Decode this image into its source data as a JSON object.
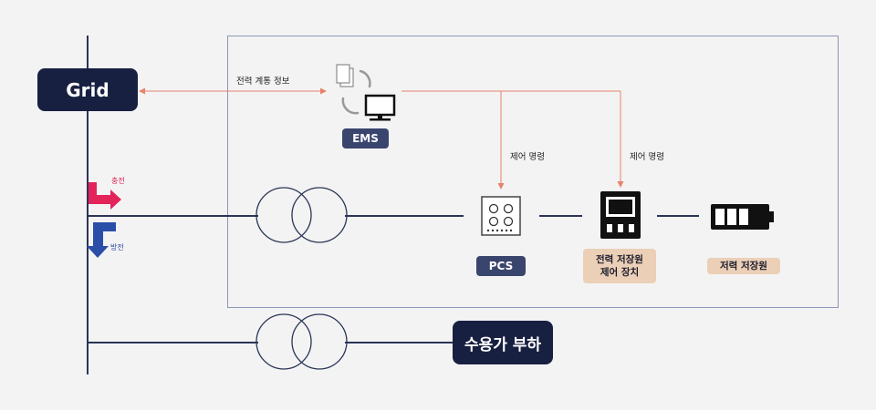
{
  "grid": {
    "label": "Grid"
  },
  "ems": {
    "label": "EMS",
    "info_label": "전력 계통 정보",
    "command_label_1": "제어 명령",
    "command_label_2": "제어 명령"
  },
  "pcs": {
    "label": "PCS"
  },
  "controller": {
    "line1": "전력 저장원",
    "line2": "제어 장치"
  },
  "battery": {
    "label": "저력 저장원"
  },
  "load": {
    "label": "수용가 부하"
  },
  "flow": {
    "charge": "충전",
    "discharge": "방전"
  },
  "colors": {
    "navy": "#182042",
    "tag_blue": "#3a456e",
    "tan": "#ebcfb6",
    "arrow": "#e7826b",
    "charge": "#e2245a",
    "discharge": "#2b4ea8"
  }
}
